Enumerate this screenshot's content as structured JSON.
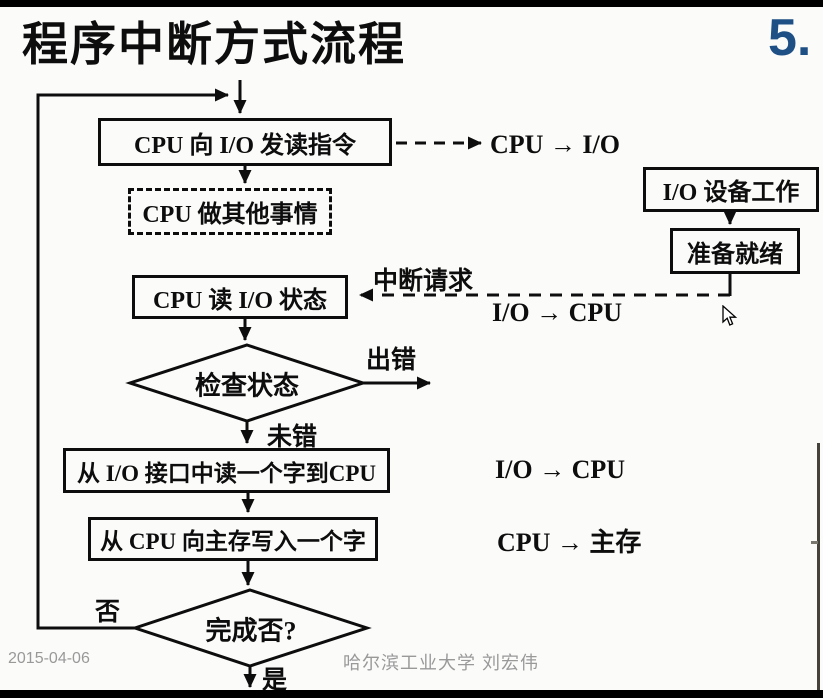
{
  "slide": {
    "title": "程序中断方式流程",
    "page_number": "5.",
    "footer_date": "2015-04-06",
    "footer_credit": "哈尔滨工业大学  刘宏伟"
  },
  "flowchart": {
    "box_issue_read": "CPU 向 I/O 发读指令",
    "box_other_work": "CPU 做其他事情",
    "box_io_device": "I/O 设备工作",
    "box_ready": "准备就绪",
    "box_read_status": "CPU 读 I/O 状态",
    "diamond_check": "检查状态",
    "box_read_word": "从 I/O 接口中读一个字到CPU",
    "box_write_word": "从 CPU 向主存写入一个字",
    "diamond_done": "完成否?",
    "label_cpu_to_io": "CPU → I/O",
    "label_interrupt_request": "中断请求",
    "label_io_to_cpu_status": "I/O → CPU",
    "label_error": "出错",
    "label_no_error": "未错",
    "label_io_to_cpu_data": "I/O → CPU",
    "label_cpu_to_mem": "CPU → 主存",
    "label_no": "否",
    "label_yes": "是"
  },
  "colors": {
    "page_number_blue": "#1E4F85",
    "footer_gray": "#999999",
    "ink": "#0d0d0d"
  }
}
